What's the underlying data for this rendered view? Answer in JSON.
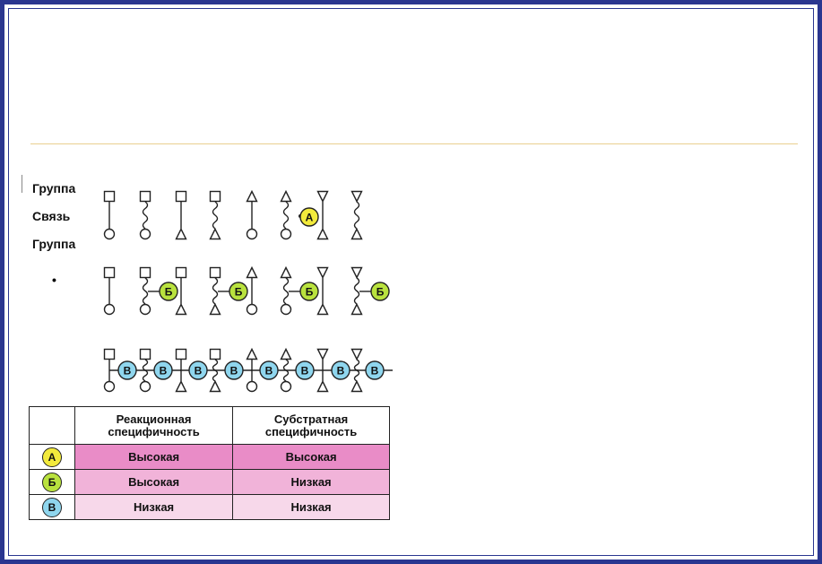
{
  "labels": {
    "group_top": "Группа",
    "bond": "Связь",
    "group_bottom": "Группа",
    "bullet": "•"
  },
  "enzymes": {
    "A": {
      "letter": "А",
      "color": "#f2ea3c"
    },
    "B": {
      "letter": "Б",
      "color": "#b9e23e"
    },
    "V": {
      "letter": "В",
      "color": "#8fd6ee"
    }
  },
  "table": {
    "headers": [
      "Реакционная специфичность",
      "Субстратная специфичность"
    ],
    "rows": [
      {
        "enzyme": "А",
        "reaction": "Высокая",
        "substrate": "Высокая"
      },
      {
        "enzyme": "Б",
        "reaction": "Высокая",
        "substrate": "Низкая"
      },
      {
        "enzyme": "В",
        "reaction": "Низкая",
        "substrate": "Низкая"
      }
    ]
  }
}
